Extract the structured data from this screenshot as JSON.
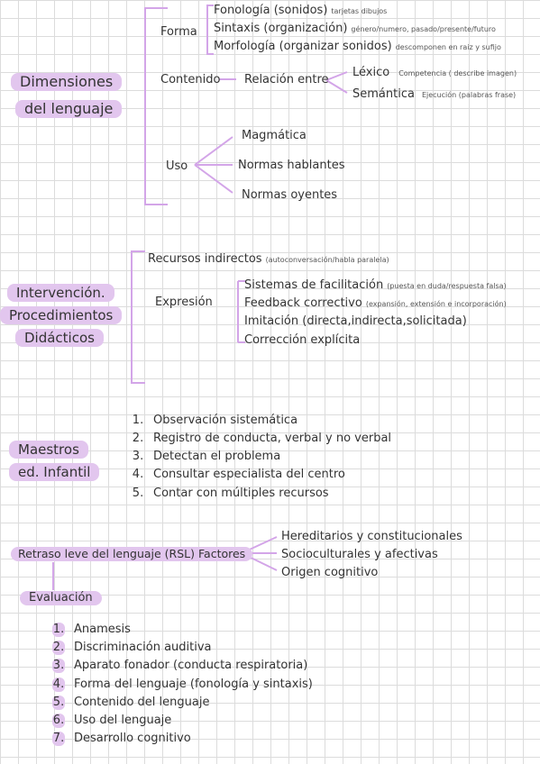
{
  "s1": {
    "title_line1": "Dimensiones",
    "title_line2": "del lenguaje",
    "forma": "Forma",
    "fonologia": "Fonología (sonidos)",
    "fonologia_note": "tarjetas dibujos",
    "sintaxis": "Sintaxis (organización)",
    "sintaxis_note": "género/numero, pasado/presente/futuro",
    "morfologia": "Morfología (organizar sonidos)",
    "morfologia_note": "descomponen en raiz y sufijo",
    "contenido": "Contenido",
    "relacion": "Relación entre",
    "lexico": "Léxico",
    "lexico_note": "Competencia ( describe imagen)",
    "semantica": "Semántica",
    "semantica_note": "Ejecución (palabras frase)",
    "uso": "Uso",
    "magmatica": "Magmática",
    "normas_hablantes": "Normas hablantes",
    "normas_oyentes": "Normas oyentes"
  },
  "s2": {
    "title_line1": "Intervención.",
    "title_line2": "Procedimientos",
    "title_line3": "Didácticos",
    "recursos": "Recursos indirectos",
    "recursos_note": "(autoconversación/habla paralela)",
    "expresion": "Expresión",
    "sistemas": "Sistemas de facilitación",
    "sistemas_note": "(puesta en duda/respuesta falsa)",
    "feedback": "Feedback correctivo",
    "feedback_note": "(expansión, extensión e incorporación)",
    "imitacion": "Imitación (directa,indirecta,solicitada)",
    "correccion": "Corrección explícita"
  },
  "s3": {
    "title_line1": "Maestros",
    "title_line2": "ed. Infantil",
    "items": [
      {
        "n": "1.",
        "text": "Observación sistemática"
      },
      {
        "n": "2.",
        "text": "Registro de conducta, verbal y no verbal"
      },
      {
        "n": "3.",
        "text": "Detectan el problema"
      },
      {
        "n": "4.",
        "text": "Consultar especialista del centro"
      },
      {
        "n": "5.",
        "text": "Contar con múltiples recursos"
      }
    ]
  },
  "s4": {
    "title": "Retraso leve del lenguaje (RSL)  Factores",
    "factor1": "Hereditarios y constitucionales",
    "factor2": "Socioculturales y afectivas",
    "factor3": "Origen cognitivo",
    "evaluacion": "Evaluación",
    "items": [
      {
        "n": "1.",
        "text": "Anamesis"
      },
      {
        "n": "2.",
        "text": "Discriminación auditiva"
      },
      {
        "n": "3.",
        "text": "Aparato fonador (conducta respiratoria)"
      },
      {
        "n": "4.",
        "text": "Forma del lenguaje (fonología y sintaxis)"
      },
      {
        "n": "5.",
        "text": "Contenido del lenguaje"
      },
      {
        "n": "6.",
        "text": "Uso del lenguaje"
      },
      {
        "n": "7.",
        "text": "Desarrollo cognitivo"
      }
    ]
  },
  "colors": {
    "highlight": "#e2c6ee",
    "line": "#d3a5e8",
    "grid": "#dcdcdc",
    "text": "#333333"
  }
}
